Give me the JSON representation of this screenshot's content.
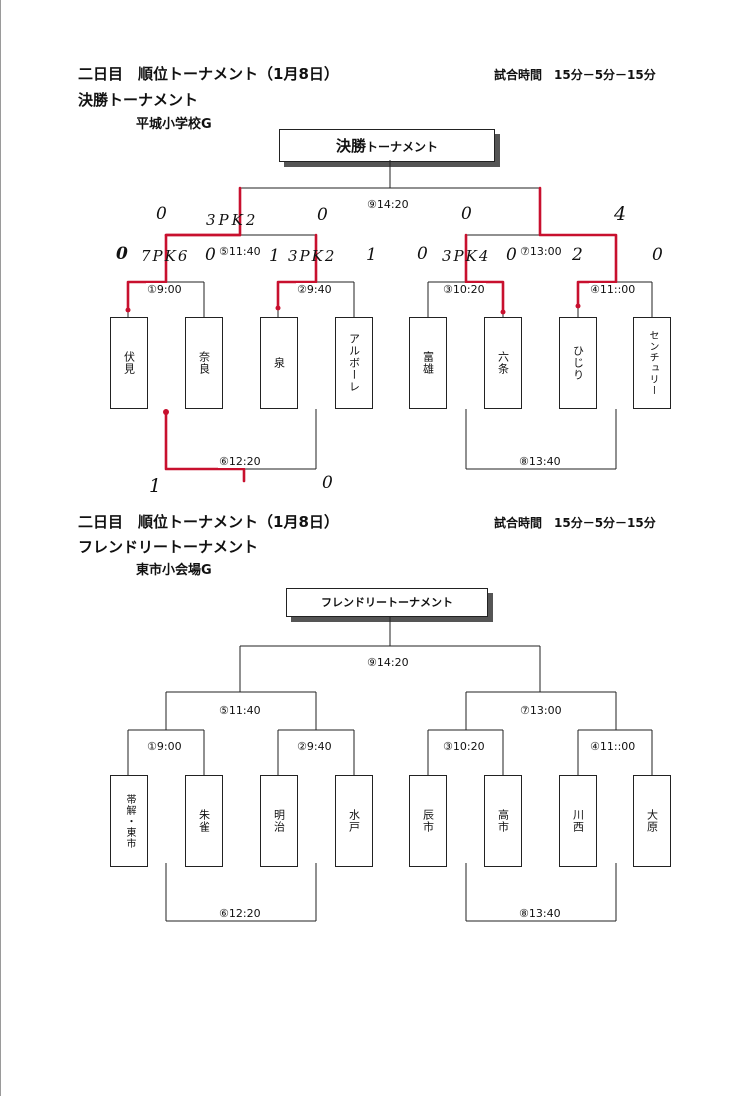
{
  "colors": {
    "ink": "#222222",
    "result_highlight": "#c8102e"
  },
  "sections": [
    {
      "heading": "二日目　順位トーナメント（1月8日）",
      "match_time": "試合時間　15分－5分－15分",
      "subtitle": "決勝トーナメント",
      "venue": "平城小学校G",
      "bracket_title_main": "決勝",
      "bracket_title_rest": "トーナメント",
      "teams": [
        "伏見",
        "奈良",
        "泉",
        "アルボーレ",
        "富雄",
        "六条",
        "ひじり",
        "センチュリー"
      ],
      "times": {
        "m1": "①9:00",
        "m2": "②9:40",
        "m3": "③10:20",
        "m4": "④11::00",
        "m5": "⑤11:40",
        "m6": "⑥12:20",
        "m7": "⑦13:00",
        "m8": "⑧13:40",
        "m9": "⑨14:20"
      },
      "scores": {
        "m1_left": "0",
        "m1_pk": "7PK6",
        "m1_right": "0",
        "m2_left": "1",
        "m2_pk": "3PK2",
        "m2_right": "1",
        "m3_left": "0",
        "m3_pk": "3PK4",
        "m3_right": "0",
        "m4_left": "2",
        "m4_right": "0",
        "m5_left": "0",
        "m5_pk": "3PK2",
        "m5_right": "0",
        "m7_left": "0",
        "m7_right": "4",
        "m6_left": "1",
        "m6_right": "0"
      }
    },
    {
      "heading": "二日目　順位トーナメント（1月8日）",
      "match_time": "試合時間　15分－5分－15分",
      "subtitle": "フレンドリートーナメント",
      "venue": "東市小会場G",
      "bracket_title": "フレンドリートーナメント",
      "teams": [
        "帯解・東市",
        "朱雀",
        "明治",
        "水戸",
        "辰市",
        "高市",
        "川西",
        "大原"
      ],
      "times": {
        "m1": "①9:00",
        "m2": "②9:40",
        "m3": "③10:20",
        "m4": "④11::00",
        "m5": "⑤11:40",
        "m6": "⑥12:20",
        "m7": "⑦13:00",
        "m8": "⑧13:40",
        "m9": "⑨14:20"
      }
    }
  ]
}
